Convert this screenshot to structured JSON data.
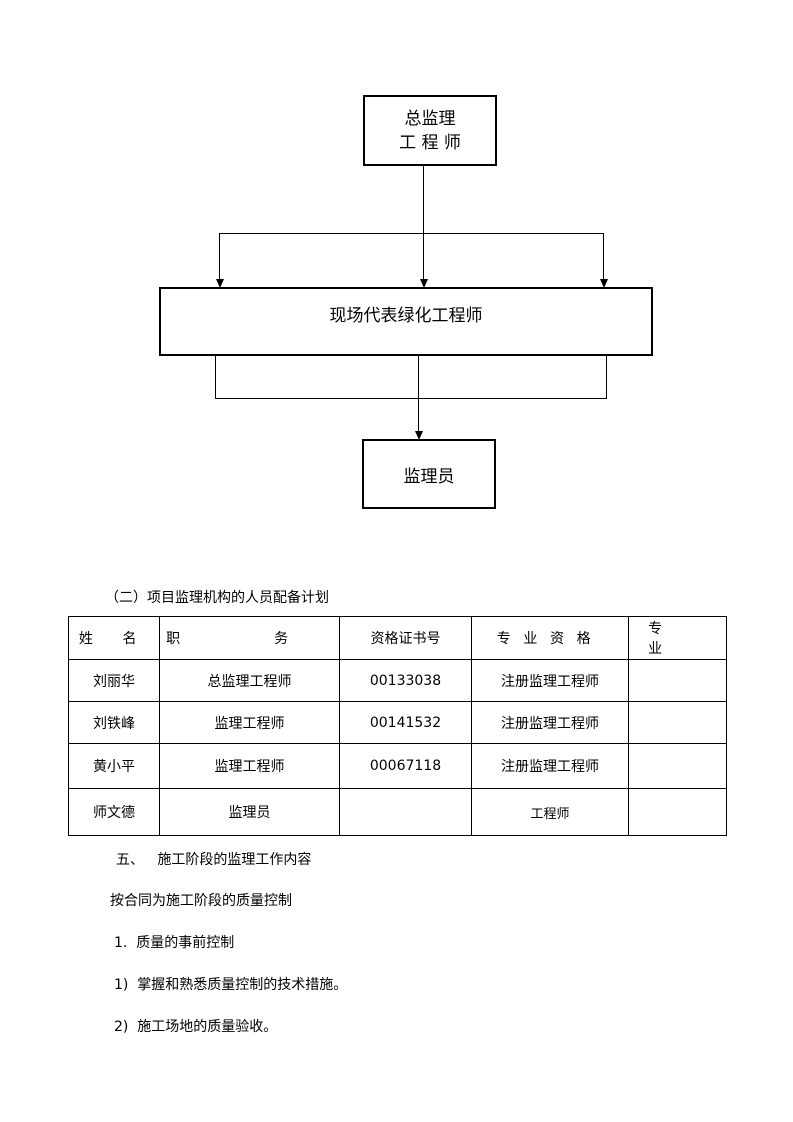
{
  "org_chart": {
    "chief": {
      "line1": "总监理",
      "line2": "工 程 师"
    },
    "representative": "现场代表绿化工程师",
    "supervisor": "监理员"
  },
  "staffing": {
    "title": "（二）项目监理机构的人员配备计划",
    "headers": [
      "姓 名",
      "职 务",
      "资格证书号",
      "专业资格",
      "专业"
    ],
    "rows": [
      {
        "name": "刘丽华",
        "post": "总监理工程师",
        "cert": "00133038",
        "qual": "注册监理工程师",
        "major": ""
      },
      {
        "name": "刘铁峰",
        "post": "监理工程师",
        "cert": "00141532",
        "qual": "注册监理工程师",
        "major": ""
      },
      {
        "name": "黄小平",
        "post": "监理工程师",
        "cert": "00067118",
        "qual": "注册监理工程师",
        "major": ""
      },
      {
        "name": "师文德",
        "post": "监理员",
        "cert": "",
        "qual": "工程师",
        "major": ""
      }
    ]
  },
  "body": {
    "section5": "五、   施工阶段的监理工作内容",
    "p1": "按合同为施工阶段的质量控制",
    "p2": "1.  质量的事前控制",
    "p3": "1)  掌握和熟悉质量控制的技术措施。",
    "p4": "2)  施工场地的质量验收。"
  }
}
